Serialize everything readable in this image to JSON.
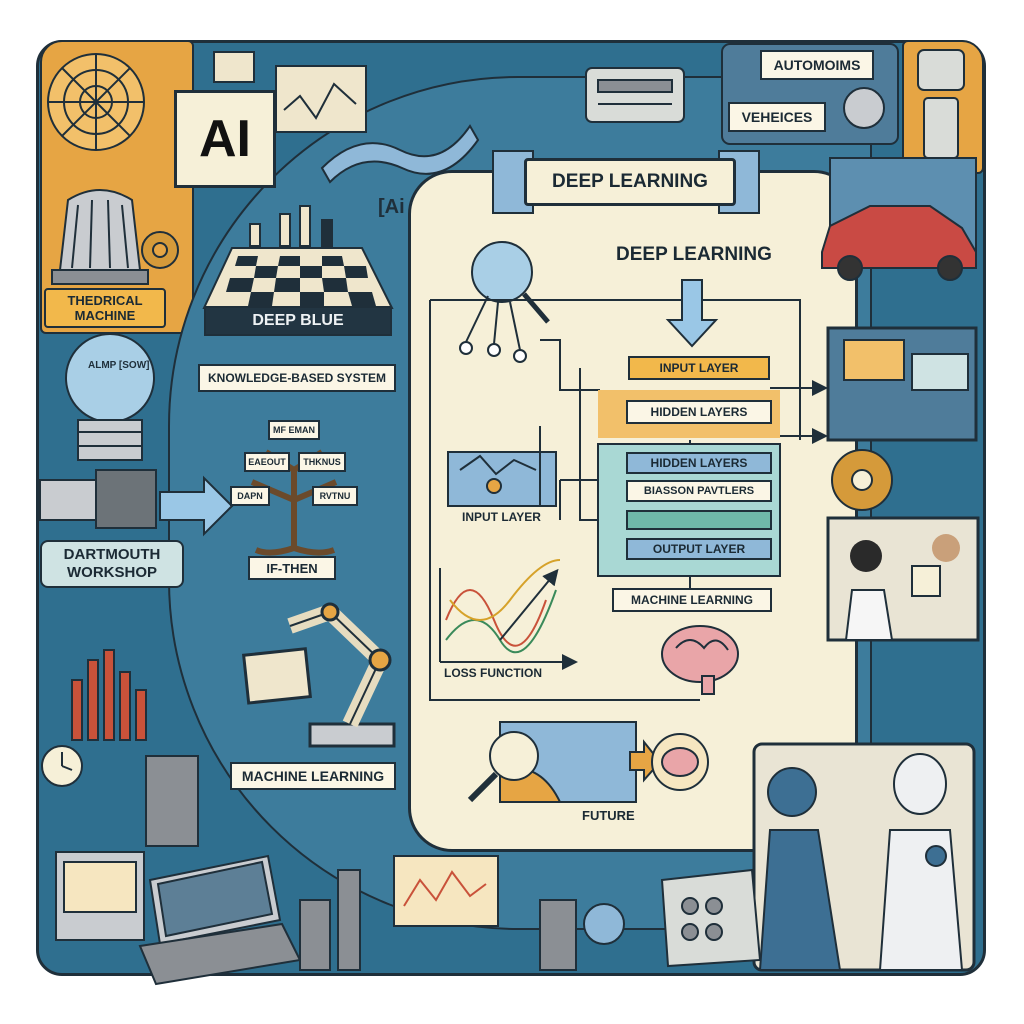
{
  "title_banner": "DEEP LEARNING",
  "ai_badge": "AI",
  "ai_small": "[Ai",
  "top_right": {
    "autonomous": "AUTOMOIMS",
    "vehicles": "VEHEICES"
  },
  "left": {
    "theoretical_machine": "THEDRICAL MACHINE",
    "bulb_text": "ALMP [SOW]",
    "dartmouth": "DARTMOUTH WORKSHOP"
  },
  "center_left": {
    "deep_blue": "DEEP BLUE",
    "knowledge_system": "KNOWLEDGE-BASED SYSTEM",
    "tree_top": "MF EMAN",
    "tree_left": "EAEOUT",
    "tree_right": "THKNUS",
    "tree_bottom_left": "DAPN",
    "tree_bottom_right": "RVTNU",
    "if_then": "IF-THEN",
    "machine_learning": "MACHINE LEARNING"
  },
  "deep_learning_panel": {
    "heading": "DEEP LEARNING",
    "layers": [
      {
        "id": "input",
        "label": "INPUT LAYER"
      },
      {
        "id": "hidden1",
        "label": "HIDDEN LAYERS"
      },
      {
        "id": "hidden2",
        "label": "HIDDEN LAYERS"
      },
      {
        "id": "hidden3",
        "label": "BIASSON PAVTLERS"
      },
      {
        "id": "output",
        "label": "OUTPUT LAYER"
      }
    ],
    "input_layer_caption": "INPUT LAYER",
    "machine_learning_box": "MACHINE LEARNING",
    "loss_function": "LOSS FUNCTION",
    "future": "FUTURE"
  },
  "colors": {
    "frame": "#2f6f8f",
    "panel_cream": "#f6f0d8",
    "amber": "#e6a544",
    "ink": "#1f2f3a",
    "layer_blue": "#8fb8d8",
    "layer_green": "#8fd0c4"
  }
}
